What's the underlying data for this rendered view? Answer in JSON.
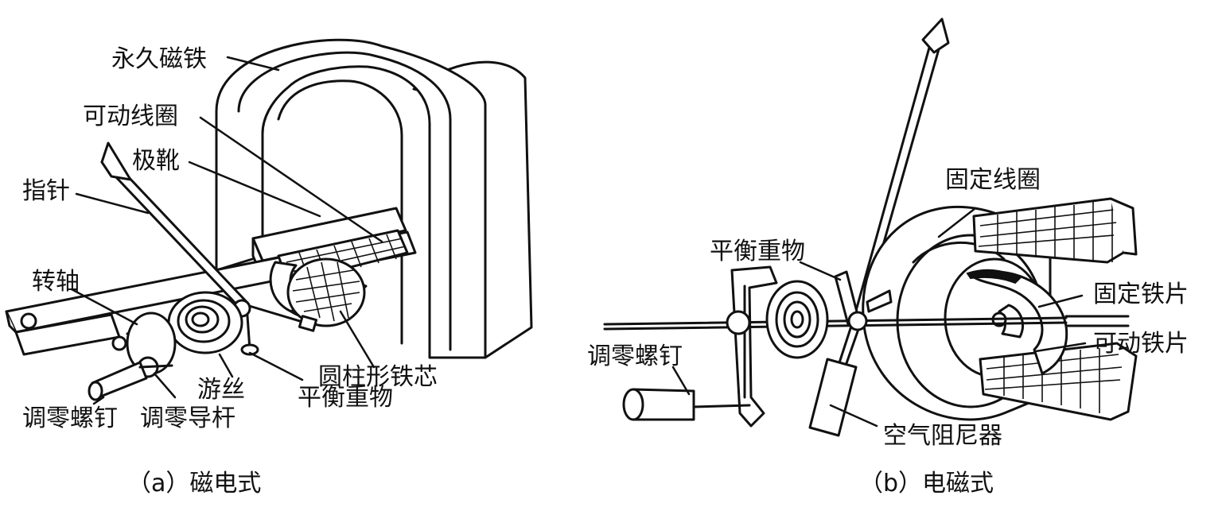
{
  "figure_a": {
    "caption": "（a）磁电式",
    "labels": {
      "permanent_magnet": "永久磁铁",
      "moving_coil": "可动线圈",
      "pole_shoe": "极靴",
      "pointer": "指针",
      "shaft": "转轴",
      "cylindrical_core": "圆柱形铁芯",
      "hairspring": "游丝",
      "balance_weight": "平衡重物",
      "zero_screw": "调零螺钉",
      "zero_guide_rod": "调零导杆"
    }
  },
  "figure_b": {
    "caption": "（b）电磁式",
    "labels": {
      "fixed_coil": "固定线圈",
      "balance_weight": "平衡重物",
      "fixed_iron": "固定铁片",
      "moving_iron": "可动铁片",
      "zero_screw": "调零螺钉",
      "air_damper": "空气阻尼器"
    }
  }
}
